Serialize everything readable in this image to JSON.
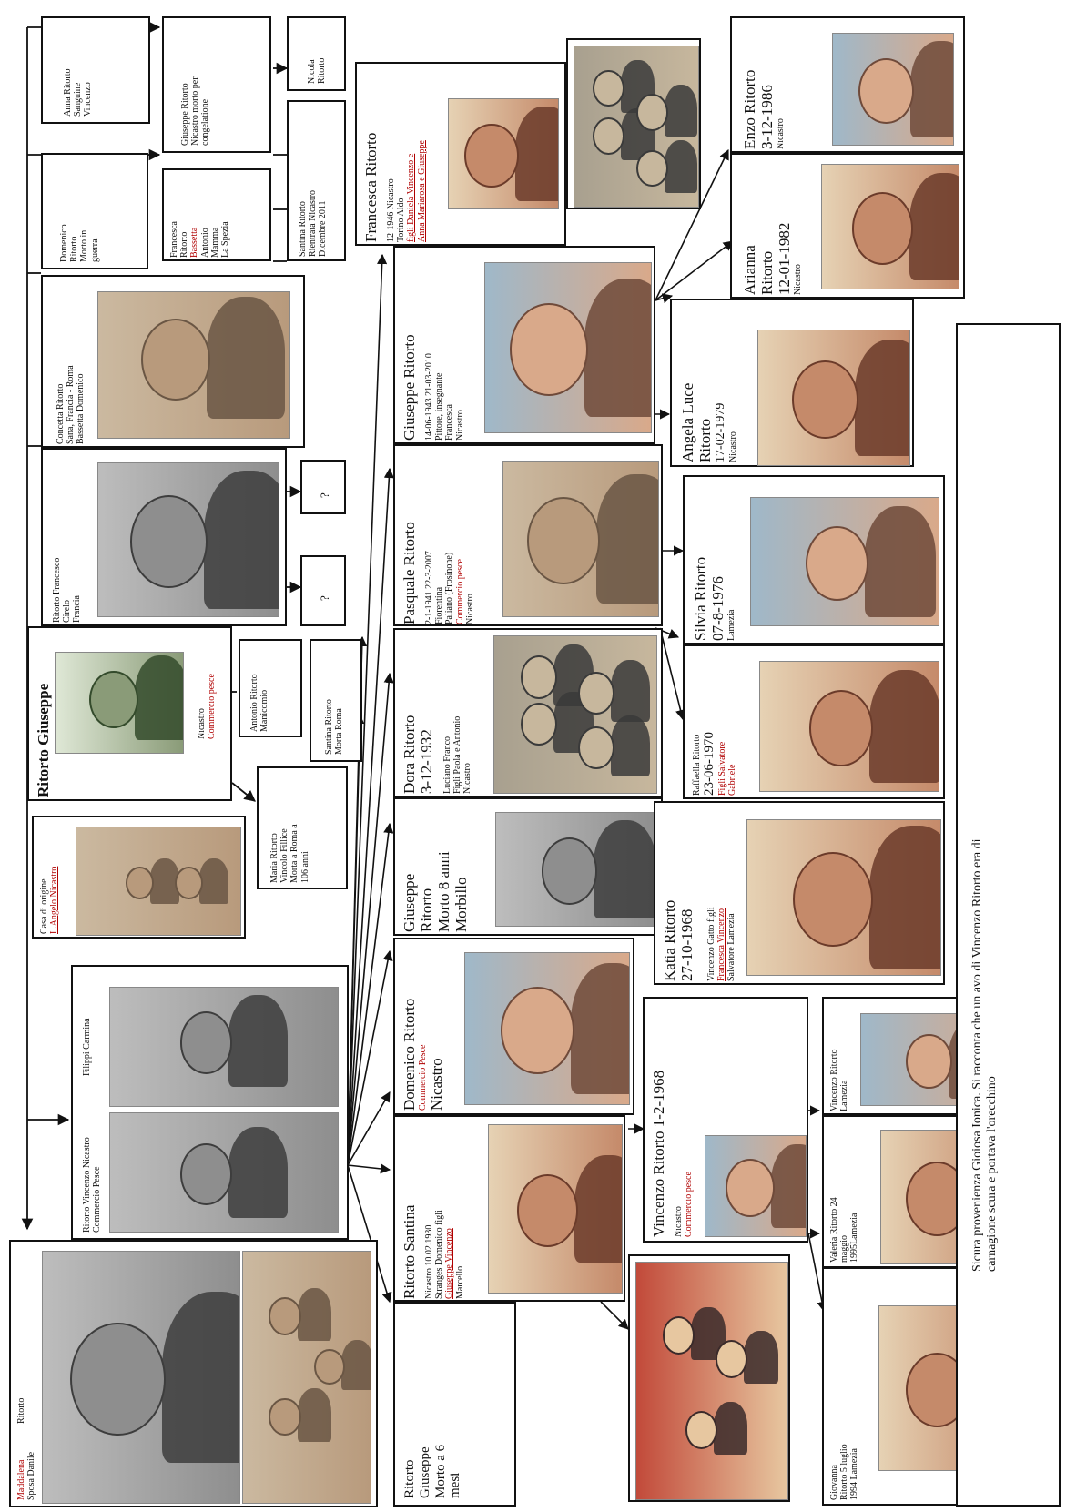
{
  "page_title": "",
  "photo_palette": {
    "sepia": [
      "#cbb9a0",
      "#6a5644",
      "#b89a7c"
    ],
    "gray": [
      "#bdbdbd",
      "#3d3d3d",
      "#8e8e8e"
    ],
    "green": [
      "#dfe8d6",
      "#344b2c",
      "#8a9b78"
    ],
    "warm": [
      "#e6d2b4",
      "#6b3b2a",
      "#c58a6a"
    ],
    "color": [
      "#9fb8c9",
      "#6f4a3a",
      "#d9a98a"
    ],
    "group": [
      "#a8a08f",
      "#3a3a3a",
      "#c7b79d"
    ],
    "party": [
      "#c24a3a",
      "#3a2a2a",
      "#e7c7a0"
    ]
  },
  "people": {
    "antenati_spouse": {
      "lines": [
        "Anna Ritorto",
        "Sanguine",
        "Vincenzo"
      ]
    },
    "giuseppe_nicastro_usa": {
      "lines": [
        "Giuseppe Ritorto",
        "Nicastro morto per",
        "congelatione"
      ]
    },
    "nicola": {
      "lines": [
        "Nicola",
        "Ritorto"
      ]
    },
    "domenico_guerra": {
      "lines": [
        "Domenico",
        "Ritorto",
        "Morto in",
        "guerra"
      ]
    },
    "francesca_sposa": {
      "lines": [
        "Francesca",
        "Ritorto",
        "Bassetta",
        "Antonio",
        "Mamma",
        "La Spezia"
      ],
      "red_line_index": 2
    },
    "santina_roma": {
      "lines": [
        "Santina Ritorto",
        "Rientrata Nicastro",
        "Dicembre 2011"
      ]
    },
    "francesca_1946": {
      "name": "Francesca Ritorto",
      "lines": [
        "12-1946 Nicastro",
        "Torino Aldo",
        "figli Daniela Vincenzo e",
        "Anna Mariarosa e Giuseppe"
      ]
    },
    "concetta": {
      "lines": [
        "Concetta Ritorto",
        "Sana, Francia - Roma",
        "Bassetta Domenico"
      ],
      "red_word": "Bassetta"
    },
    "giuseppe_1943": {
      "name": "Giuseppe Ritorto",
      "lines": [
        "14-06-1943 21-03-2010",
        "Pittore, insegnante",
        "Francesca",
        "Nicastro"
      ]
    },
    "enzo": {
      "name": "Enzo Ritorto",
      "dates": "3-12-1986",
      "place": "Nicastro"
    },
    "arianna": {
      "name": "Arianna",
      "name2": "Ritorto",
      "dates": "12-01-1982",
      "place": "Nicastro"
    },
    "angela": {
      "name": "Angela Luce",
      "name2": "Ritorto",
      "dates": "17-02-1979",
      "place": "Nicastro"
    },
    "ritorto_francesco": {
      "lines": [
        "Ritorto Francesco",
        "Cirelo",
        "Francia"
      ]
    },
    "unknown_1": {
      "label": "?"
    },
    "unknown_2": {
      "label": "?"
    },
    "pasquale": {
      "name": "Pasquale Ritorto",
      "lines": [
        "2-1-1941  22-3-2007",
        "Fiorentina",
        "Paliano (Frosinone)"
      ],
      "red": "Commercio pesce",
      "place": "Nicastro"
    },
    "silvia": {
      "name": "Silvia Ritorto",
      "dates": "07-8-1976",
      "place": "Lamezia"
    },
    "raffaella": {
      "lines": [
        "Raffaella Ritorto",
        "23-06-1970"
      ],
      "red": [
        "Figli Salvatore",
        "Gabriele"
      ]
    },
    "dora": {
      "name": "Dora Ritorto",
      "dates": "3-12-1932",
      "lines": [
        "Luciano Franco",
        "Figli Paola e Antonio",
        "Nicastro"
      ],
      "red": "Luciano"
    },
    "ritorto_giuseppe_main": {
      "name": "Ritorto Giuseppe",
      "place": "Nicastro",
      "red": "Commercio pesce"
    },
    "antonio_manicomio": {
      "lines": [
        "Antonio Ritorto",
        "Manicomio"
      ]
    },
    "santina_roma2": {
      "lines": [
        "Santina Ritorto",
        "Morta Roma"
      ]
    },
    "maria": {
      "lines": [
        "Maria Ritorto",
        "Vincolo Fillice",
        "Morta a Roma a",
        "106 anni"
      ]
    },
    "casa_origine": {
      "lines": [
        "Casa di origine"
      ],
      "red": "L.Angelo Nicastro"
    },
    "giuseppe_morbillo": {
      "lines": [
        "Giuseppe",
        "Ritorto",
        "Morto 8 anni",
        "Morbillo"
      ]
    },
    "katia": {
      "name": "Katia Ritorto",
      "dates": "27-10-1968",
      "lines": [
        "Vincenzo Gatto figli",
        "Francesca Vincenzo",
        "Salvatore Lamezia"
      ],
      "red_index": 1
    },
    "domenico_nicastro": {
      "name": "Domenico  Ritorto",
      "red": "Commercio Pesce",
      "place": "Nicastro"
    },
    "filippi_carmina": {
      "lines": [
        "Filippi Carmina"
      ]
    },
    "vincenzo_commercio": {
      "lines": [
        "Ritorto Vincenzo Nicastro",
        "Commercio Pesce"
      ]
    },
    "vincenzo_1968": {
      "name": "Vincenzo Ritorto 1-2-1968",
      "lines": [
        "Nicastro"
      ],
      "red": "Commercio pesce"
    },
    "vincenzo_child": {
      "lines": [
        "Vincenzo Ritorto",
        "Lamezia"
      ]
    },
    "valeria": {
      "lines": [
        "Valeria Ritorto 24",
        "maggio",
        "1995Lamezia"
      ]
    },
    "giovanna": {
      "lines": [
        "Giovanna",
        "Ritorto 5 luglio",
        "1994 Lamezia"
      ]
    },
    "santina_1930": {
      "name": "Ritorto Santina",
      "lines": [
        "Nicastro 10.02.1930",
        "Stranges Domenico figli",
        "Giuseppe Vincenzo",
        "Marcello"
      ],
      "red_index": 2
    },
    "giuseppe_6_mesi": {
      "lines": [
        "Ritorto",
        "Giuseppe",
        "Morto a 6",
        "mesi"
      ]
    },
    "root": {
      "lines": [
        "Ritorto"
      ],
      "red": "Maddalena",
      "extra": "Sposa Danile"
    }
  },
  "note": {
    "lines": [
      "Sicura provenienza Gioiosa Ionica. Si racconta che un avo di Vincenzo Ritorto era di",
      "carnagione scura e portava l'orecchino"
    ]
  }
}
